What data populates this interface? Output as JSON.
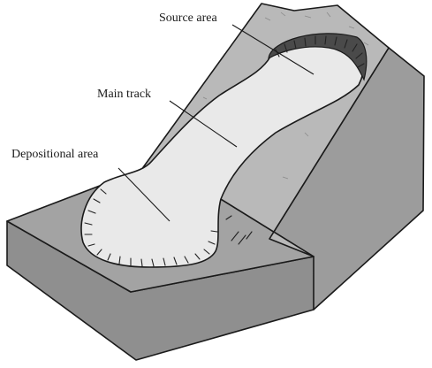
{
  "labels": {
    "source": "Source area",
    "track": "Main track",
    "deposition": "Depositional area"
  },
  "colors": {
    "slope_face": "#b9b9b9",
    "slope_rough": "#a6a6a6",
    "front_face": "#8f8f8f",
    "right_face": "#9c9c9c",
    "flat_top": "#a3a3a3",
    "landslide": "#e9e9e9",
    "outline": "#1a1a1a"
  }
}
